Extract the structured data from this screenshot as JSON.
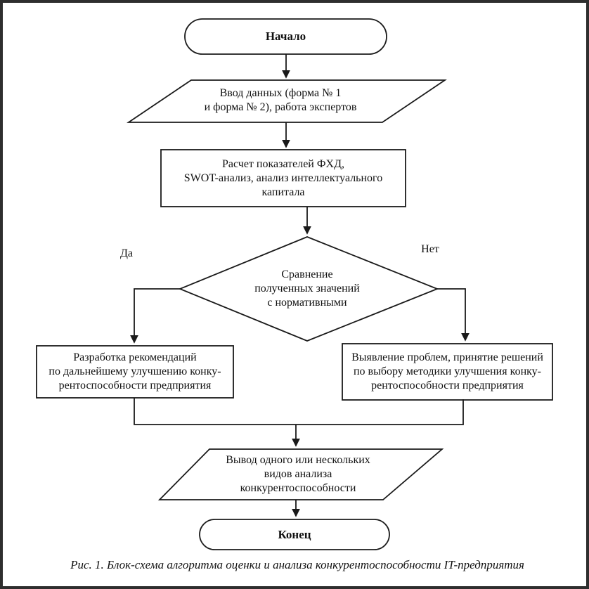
{
  "diagram": {
    "caption": "Рис. 1. Блок-схема алгоритма оценки и анализа конкурентоспособности IT-предприятия",
    "nodes": {
      "start": {
        "type": "terminator",
        "label": "Начало"
      },
      "input": {
        "type": "input-output",
        "label": "Ввод данных (форма № 1\nи форма № 2), работа экспертов"
      },
      "process": {
        "type": "process",
        "label": "Расчет показателей ФХД,\nSWOT-анализ, анализ интеллектуального\nкапитала"
      },
      "decision": {
        "type": "decision",
        "label": "Сравнение\nполученных значений\nс нормативными"
      },
      "recommend": {
        "type": "process",
        "label": "Разработка рекомендаций\nпо дальнейшему улучшению конку-\nрентоспособности предприятия"
      },
      "problems": {
        "type": "process",
        "label": "Выявление проблем, принятие решений\nпо выбору методики улучшения конку-\nрентоспособности предприятия"
      },
      "output": {
        "type": "input-output",
        "label": "Вывод одного или нескольких\nвидов анализа\nконкурентоспособности"
      },
      "end": {
        "type": "terminator",
        "label": "Конец"
      }
    },
    "edge_labels": {
      "yes": "Да",
      "no": "Нет"
    },
    "colors": {
      "line": "#1a1a1a",
      "shape_fill": "#ffffff",
      "background": "#ffffff",
      "frame": "#2e2e2e"
    }
  }
}
